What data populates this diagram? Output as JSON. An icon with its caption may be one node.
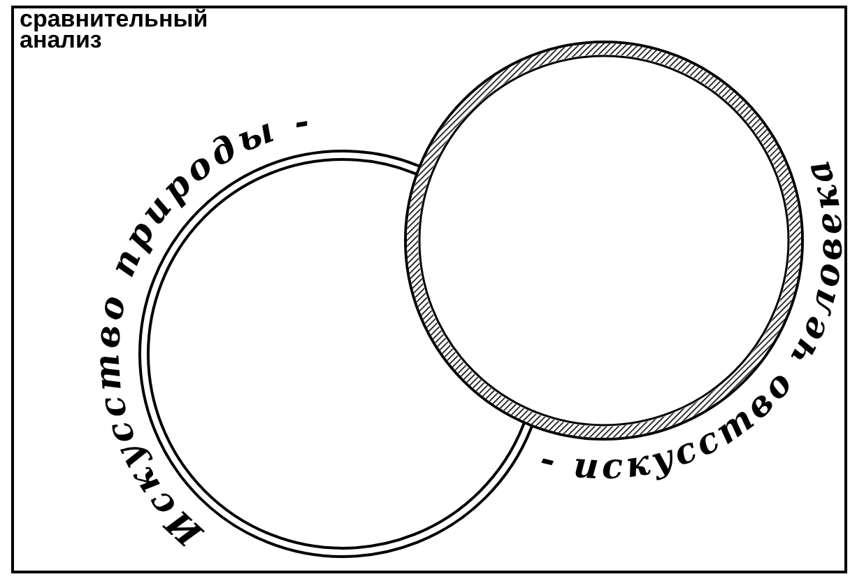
{
  "diagram": {
    "title": "сравнительный анализ",
    "nodes": [
      {
        "text": [
          "Искусство природы -"
        ]
      },
      {
        "text": [
          "- искусство человека"
        ]
      }
    ]
  }
}
